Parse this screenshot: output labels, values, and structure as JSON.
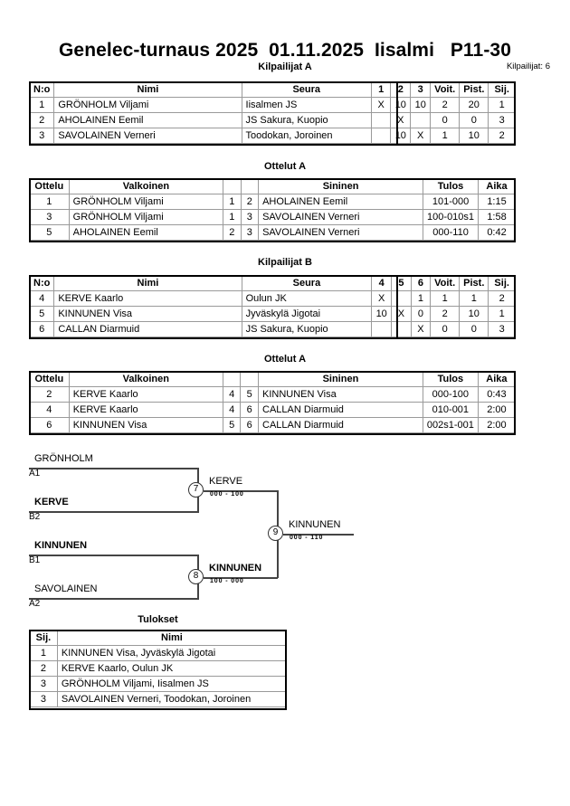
{
  "header": {
    "title": "Genelec-turnaus 2025  01.11.2025  Iisalmi   P11-30",
    "entrant_count": "Kilpailijat: 6"
  },
  "captions": {
    "pool_a": "Kilpailijat A",
    "matches_a": "Ottelut A",
    "pool_b": "Kilpailijat B",
    "matches_b": "Ottelut A",
    "results": "Tulokset"
  },
  "standings_headers": {
    "no": "N:o",
    "name": "Nimi",
    "club": "Seura",
    "wins": "Voit.",
    "points": "Pist.",
    "rank": "Sij."
  },
  "pool_a": {
    "opponent_cols": [
      "1",
      "2",
      "3"
    ],
    "rows": [
      {
        "no": "1",
        "name": "GRÖNHOLM Viljami",
        "club": "Iisalmen JS",
        "cells": [
          "X",
          "10",
          "10"
        ],
        "wins": "2",
        "points": "20",
        "rank": "1"
      },
      {
        "no": "2",
        "name": "AHOLAINEN Eemil",
        "club": "JS Sakura, Kuopio",
        "cells": [
          "",
          "X",
          ""
        ],
        "wins": "0",
        "points": "0",
        "rank": "3"
      },
      {
        "no": "3",
        "name": "SAVOLAINEN Verneri",
        "club": "Toodokan, Joroinen",
        "cells": [
          "",
          "10",
          "X"
        ],
        "wins": "1",
        "points": "10",
        "rank": "2"
      }
    ]
  },
  "pool_b": {
    "opponent_cols": [
      "4",
      "5",
      "6"
    ],
    "rows": [
      {
        "no": "4",
        "name": "KERVE Kaarlo",
        "club": "Oulun JK",
        "cells": [
          "X",
          "",
          "1"
        ],
        "wins": "1",
        "points": "1",
        "rank": "2"
      },
      {
        "no": "5",
        "name": "KINNUNEN Visa",
        "club": "Jyväskylä Jigotai",
        "cells": [
          "10",
          "X",
          "0"
        ],
        "wins": "2",
        "points": "10",
        "rank": "1"
      },
      {
        "no": "6",
        "name": "CALLAN Diarmuid",
        "club": "JS Sakura, Kuopio",
        "cells": [
          "",
          "",
          "X"
        ],
        "wins": "0",
        "points": "0",
        "rank": "3"
      }
    ]
  },
  "match_headers": {
    "match": "Ottelu",
    "white": "Valkoinen",
    "blue": "Sininen",
    "result": "Tulos",
    "time": "Aika"
  },
  "matches_a": [
    {
      "no": "1",
      "white": "GRÖNHOLM Viljami",
      "white_bold": true,
      "wno": "1",
      "bno": "2",
      "blue": "AHOLAINEN Eemil",
      "blue_bold": false,
      "result": "101-000",
      "time": "1:15"
    },
    {
      "no": "3",
      "white": "GRÖNHOLM Viljami",
      "white_bold": true,
      "wno": "1",
      "bno": "3",
      "blue": "SAVOLAINEN Verneri",
      "blue_bold": false,
      "result": "100-010s1",
      "time": "1:58"
    },
    {
      "no": "5",
      "white": "AHOLAINEN Eemil",
      "white_bold": false,
      "wno": "2",
      "bno": "3",
      "blue": "SAVOLAINEN Verneri",
      "blue_bold": true,
      "result": "000-110",
      "time": "0:42"
    }
  ],
  "matches_b": [
    {
      "no": "2",
      "white": "KERVE Kaarlo",
      "white_bold": false,
      "wno": "4",
      "bno": "5",
      "blue": "KINNUNEN Visa",
      "blue_bold": true,
      "result": "000-100",
      "time": "0:43"
    },
    {
      "no": "4",
      "white": "KERVE Kaarlo",
      "white_bold": true,
      "wno": "4",
      "bno": "6",
      "blue": "CALLAN Diarmuid",
      "blue_bold": false,
      "result": "010-001",
      "time": "2:00"
    },
    {
      "no": "6",
      "white": "KINNUNEN Visa",
      "white_bold": true,
      "wno": "5",
      "bno": "6",
      "blue": "CALLAN Diarmuid",
      "blue_bold": false,
      "result": "002s1-001",
      "time": "2:00"
    }
  ],
  "bracket": {
    "entries": [
      {
        "name": "GRÖNHOLM",
        "seed": "A1",
        "bold": false
      },
      {
        "name": "KERVE",
        "seed": "B2",
        "bold": true
      },
      {
        "name": "KINNUNEN",
        "seed": "B1",
        "bold": true
      },
      {
        "name": "SAVOLAINEN",
        "seed": "A2",
        "bold": false
      }
    ],
    "semifinal_1": {
      "number": "7",
      "winner": "KERVE",
      "score": "000 - 100",
      "bold": false
    },
    "semifinal_2": {
      "number": "8",
      "winner": "KINNUNEN",
      "score": "100 - 000",
      "bold": true
    },
    "final": {
      "number": "9",
      "winner": "KINNUNEN",
      "score": "000 - 110",
      "bold": false
    }
  },
  "results_headers": {
    "rank": "Sij.",
    "name": "Nimi"
  },
  "results": [
    {
      "rank": "1",
      "name": "KINNUNEN Visa, Jyväskylä Jigotai"
    },
    {
      "rank": "2",
      "name": "KERVE Kaarlo, Oulun JK"
    },
    {
      "rank": "3",
      "name": "GRÖNHOLM Viljami, Iisalmen JS"
    },
    {
      "rank": "3",
      "name": "SAVOLAINEN Verneri, Toodokan, Joroinen"
    }
  ]
}
